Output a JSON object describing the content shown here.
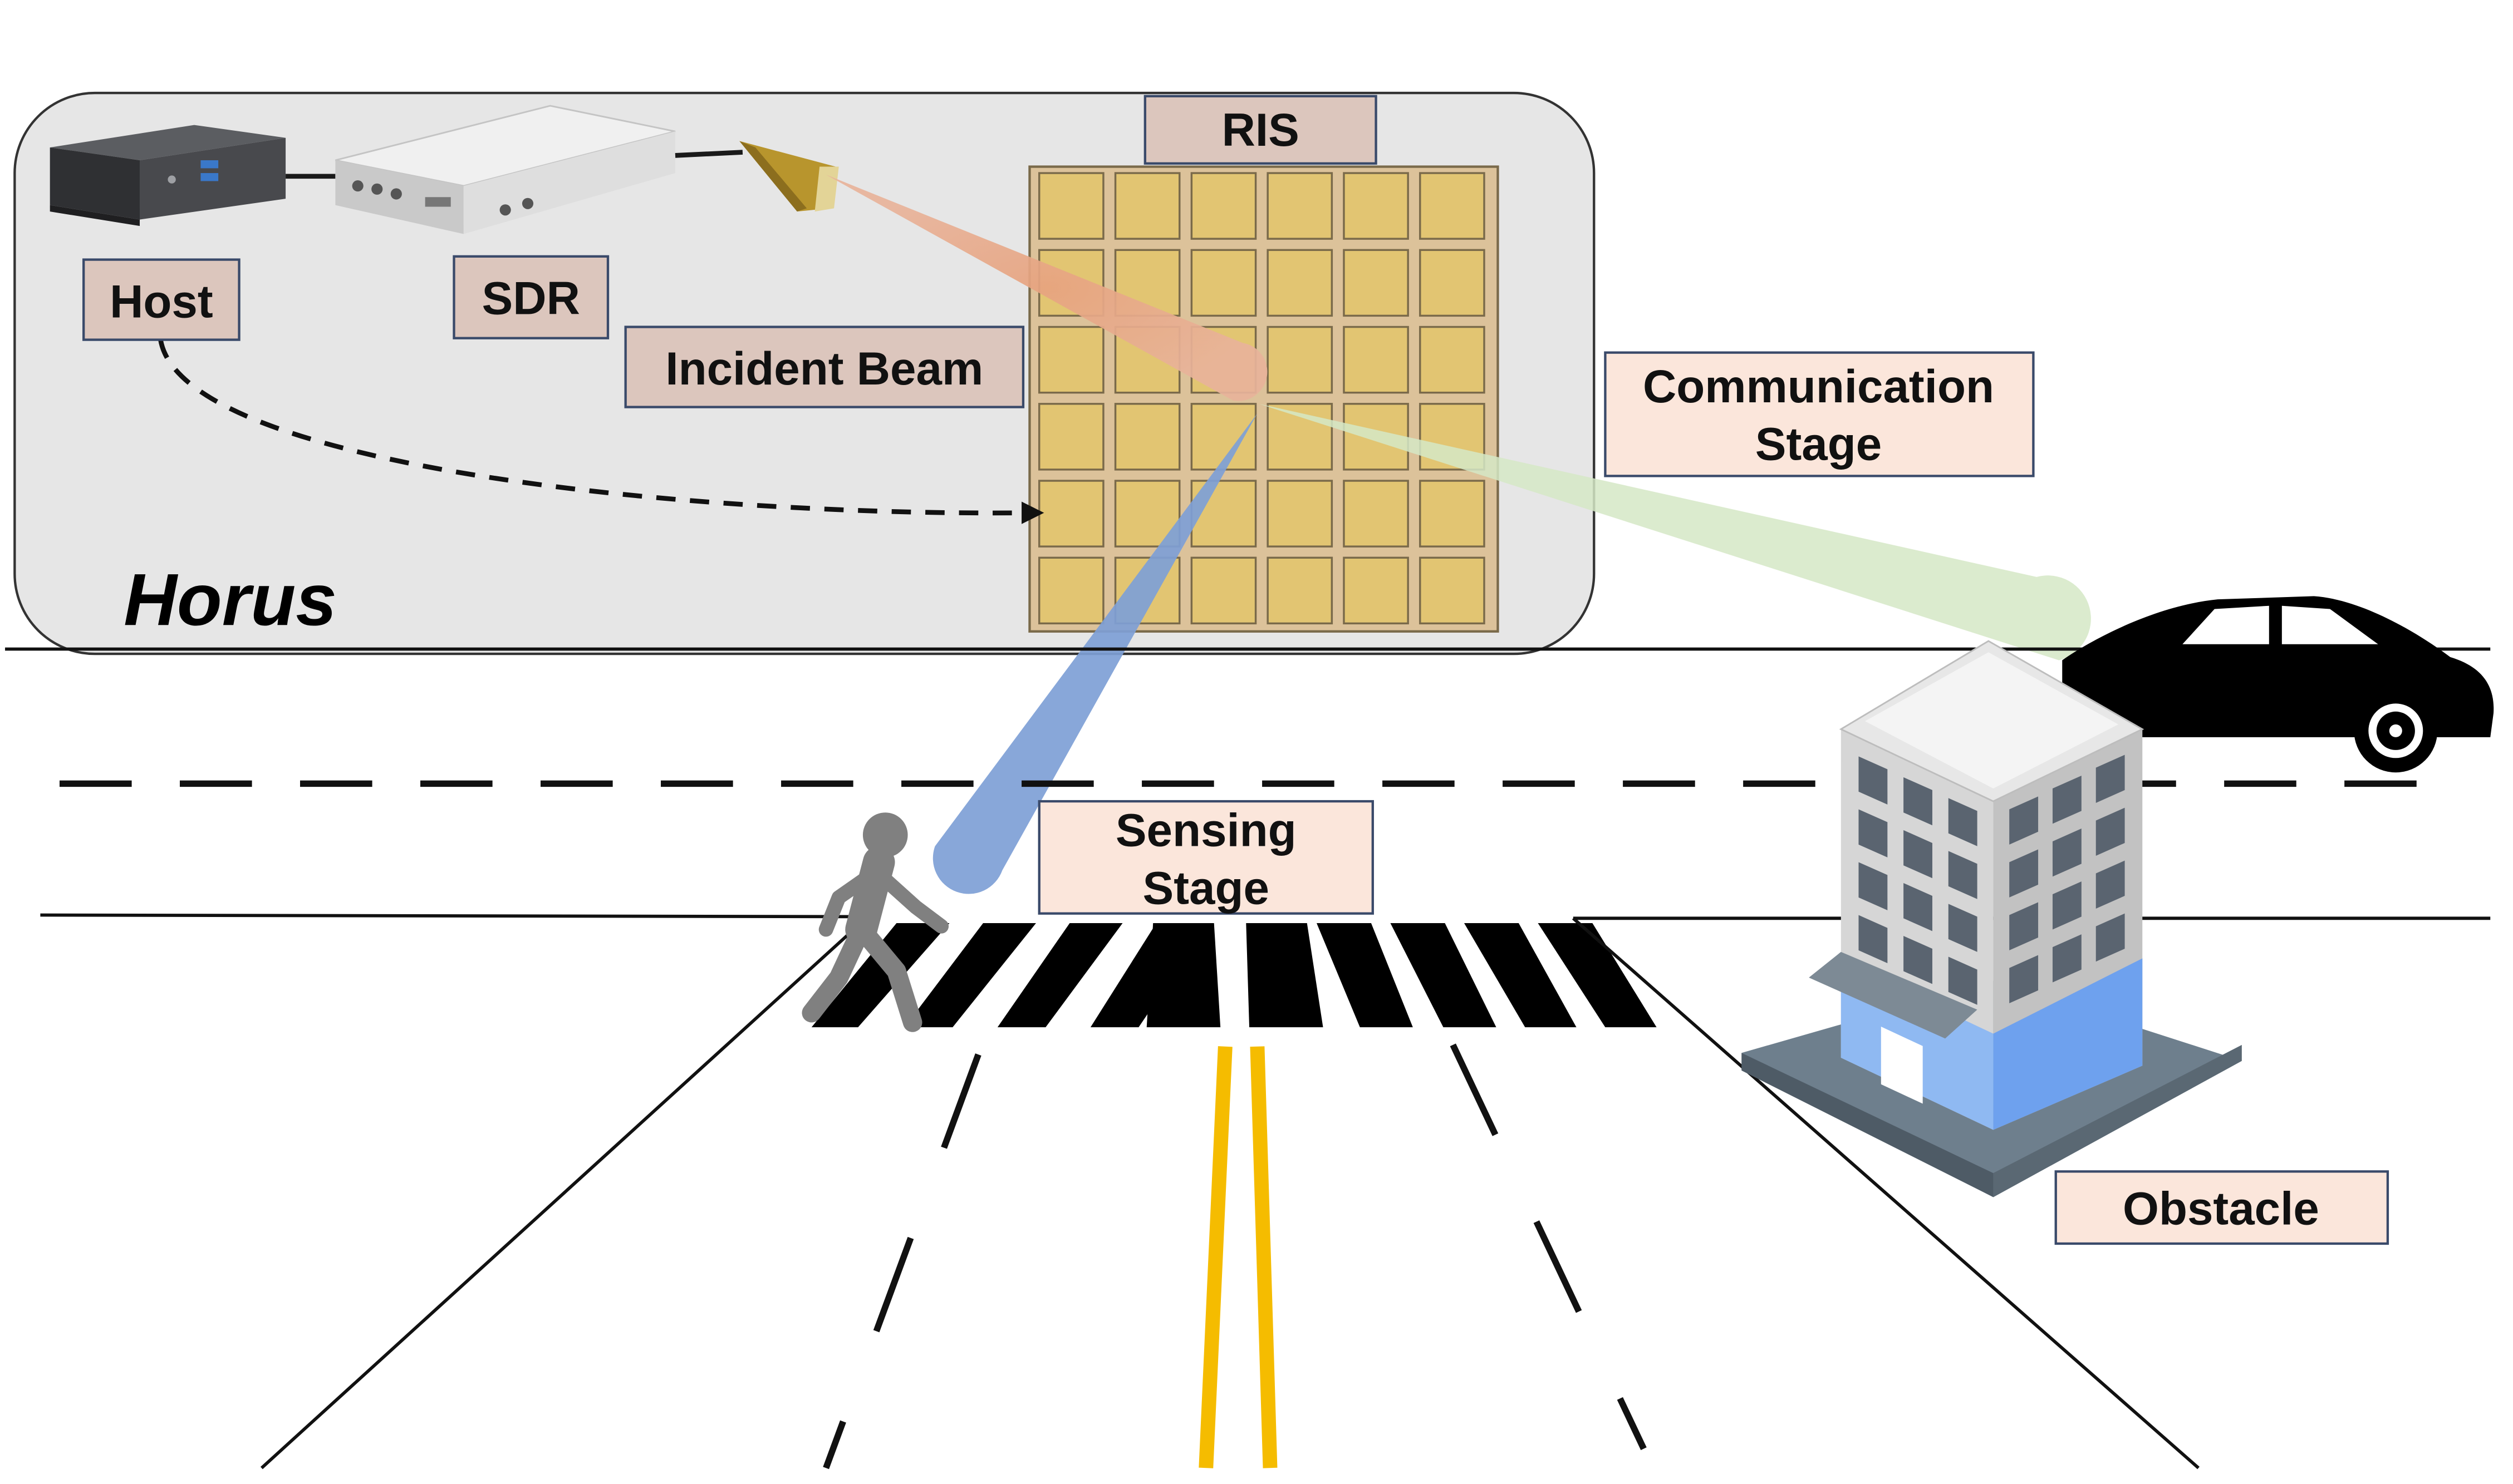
{
  "system": {
    "title": "Horus",
    "host_label": "Host",
    "sdr_label": "SDR",
    "incident_beam_label": "Incident Beam",
    "ris_label": "RIS"
  },
  "stages": {
    "communication_line1": "Communication",
    "communication_line2": "Stage",
    "sensing_line1": "Sensing",
    "sensing_line2": "Stage"
  },
  "scene": {
    "obstacle_label": "Obstacle"
  },
  "colors": {
    "horus_panel": "#e6e6e6",
    "label_box_fill": "#dcc6bd",
    "stage_box_fill": "#fbe6db",
    "ris_panel": "#dcc29a",
    "ris_cell": "#e2c572",
    "incident_beam": "#e0a284",
    "sensing_beam": "#7e9fd6",
    "communication_beam": "#d5e8c5",
    "center_line": "#f5bc00",
    "building_glass": "#6ea1ee",
    "building_wall": "#d6d6d6"
  }
}
